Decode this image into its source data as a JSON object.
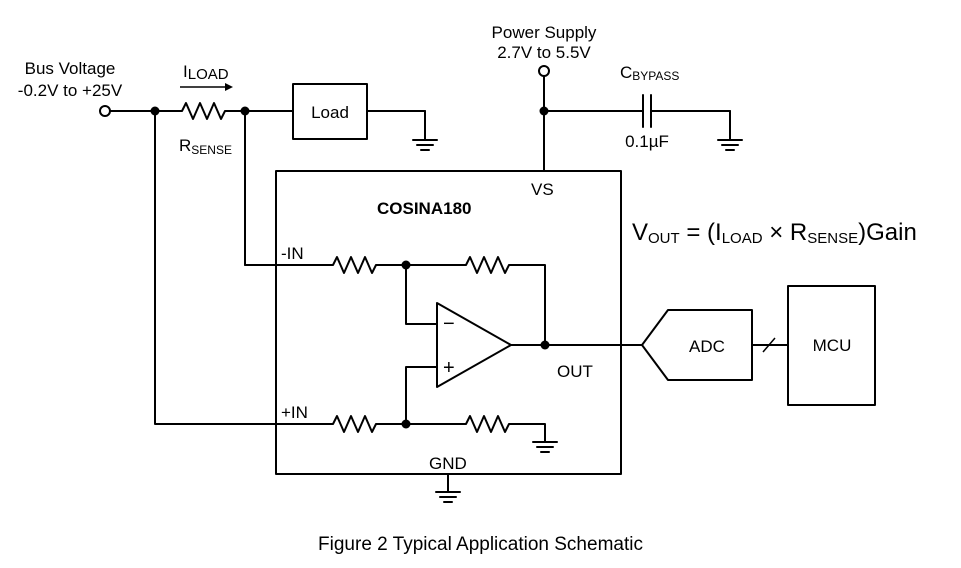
{
  "labels": {
    "bus_voltage_line1": "Bus Voltage",
    "bus_voltage_line2": "-0.2V to +25V",
    "i_load_main": "I",
    "i_load_sub": "LOAD",
    "r_sense_main": "R",
    "r_sense_sub": "SENSE",
    "load": "Load",
    "power_supply_line1": "Power Supply",
    "power_supply_line2": "2.7V to 5.5V",
    "c_bypass_main": "C",
    "c_bypass_sub": "BYPASS",
    "c_bypass_value": "0.1µF",
    "vs_pin": "VS",
    "chip_name": "COSINA180",
    "in_minus_pin": "-IN",
    "in_plus_pin": "+IN",
    "out_pin": "OUT",
    "gnd_pin": "GND",
    "adc": "ADC",
    "mcu": "MCU",
    "opamp_minus": "−",
    "opamp_plus": "+"
  },
  "formula": {
    "v": "V",
    "out_sub": "OUT",
    "eq_open": " = (I",
    "load_sub": "LOAD",
    "times_r": " × R",
    "sense_sub": "SENSE",
    "gain": ")Gain"
  },
  "caption": "Figure 2 Typical Application Schematic"
}
